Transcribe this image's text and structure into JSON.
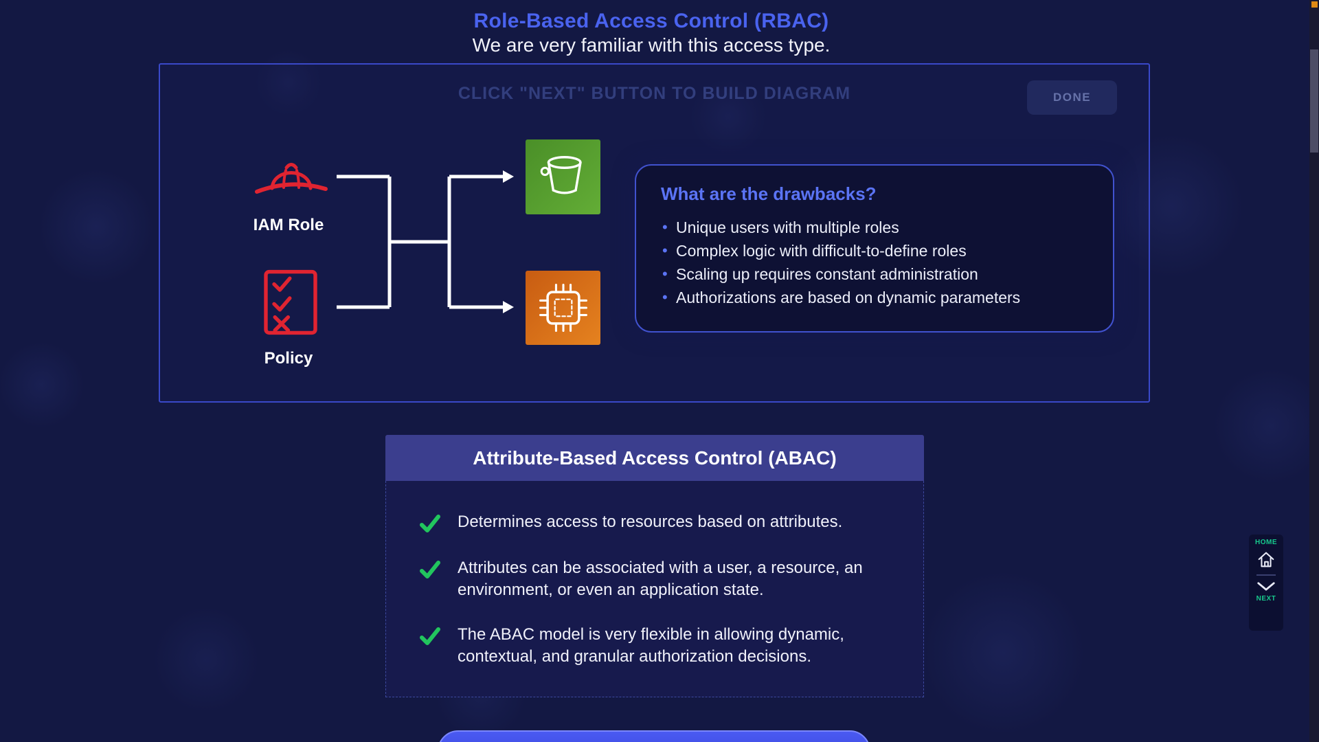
{
  "header": {
    "title": "Role-Based Access Control (RBAC)",
    "subtitle": "We are very familiar with this access type."
  },
  "diagram_panel": {
    "hint": "CLICK \"NEXT\" BUTTON TO BUILD DIAGRAM",
    "done_button": "DONE",
    "iam_role_label": "IAM Role",
    "policy_label": "Policy",
    "icons": {
      "iam_role": "hard-hat-icon",
      "policy": "policy-checklist-icon",
      "storage": "s3-bucket-icon",
      "compute": "compute-chip-icon"
    },
    "drawbacks": {
      "title": "What are the drawbacks?",
      "items": [
        "Unique users with multiple roles",
        "Complex logic with difficult-to-define roles",
        "Scaling up requires constant administration",
        "Authorizations are based on dynamic parameters"
      ]
    }
  },
  "abac_card": {
    "title": "Attribute-Based Access Control (ABAC)",
    "items": [
      "Determines access to resources based on attributes.",
      "Attributes can be associated with a user, a resource, an environment, or even an application state.",
      "The ABAC model is very flexible in allowing dynamic, contextual, and granular authorization decisions."
    ]
  },
  "nav_widget": {
    "home_label": "HOME",
    "next_label": "NEXT"
  },
  "colors": {
    "page_bg": "#131843",
    "accent_blue": "#4a63ef",
    "panel_border": "#3a49c9",
    "drawbacks_bg": "#0e1134",
    "icon_red": "#e02431",
    "bucket_green": "#4f9e2f",
    "chip_orange": "#d9731a",
    "check_green": "#22c55e",
    "nav_green": "#17c98c",
    "abac_header_bg": "#3b3e8e"
  }
}
